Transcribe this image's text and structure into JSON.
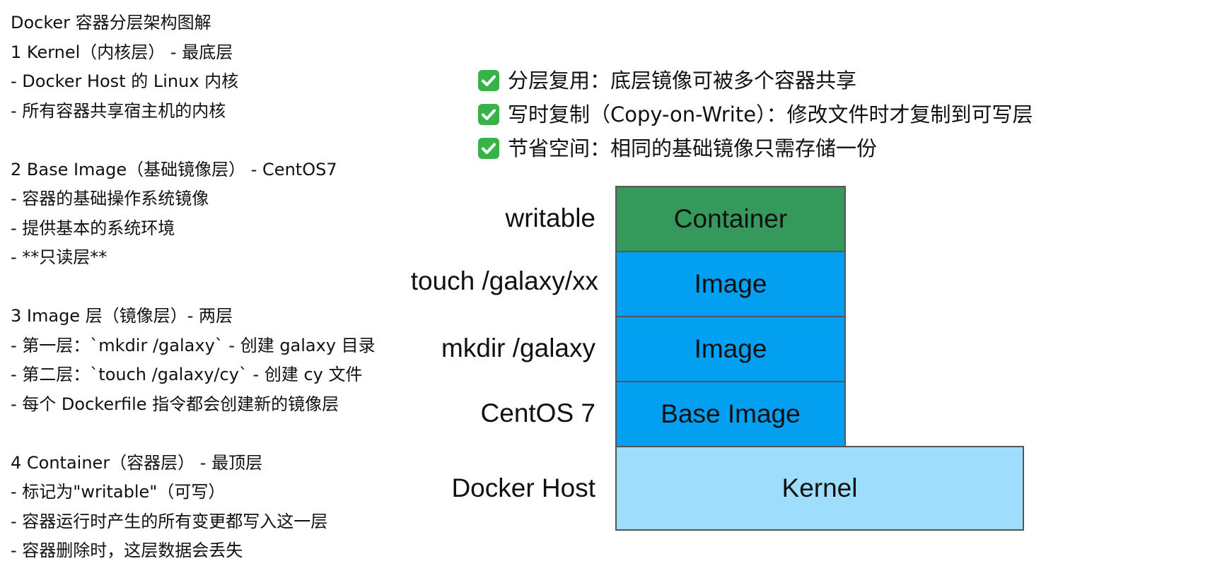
{
  "notes": [
    "Docker 容器分层架构图解",
    "1 Kernel（内核层） - 最底层",
    "- Docker Host 的 Linux 内核",
    "- 所有容器共享宿主机的内核",
    "",
    "2 Base Image（基础镜像层） - CentOS7",
    "- 容器的基础操作系统镜像",
    "- 提供基本的系统环境",
    "- **只读层**",
    "",
    "3 Image 层（镜像层）- 两层",
    "- 第一层：`mkdir /galaxy` - 创建 galaxy 目录",
    "- 第二层：`touch /galaxy/cy` - 创建 cy 文件",
    "- 每个 Dockerfile 指令都会创建新的镜像层",
    "",
    "4 Container（容器层） - 最顶层",
    "- 标记为\"writable\"（可写）",
    "- 容器运行时产生的所有变更都写入这一层",
    "- 容器删除时，这层数据会丢失"
  ],
  "features": [
    {
      "icon": "check-icon",
      "text": "分层复用：底层镜像可被多个容器共享"
    },
    {
      "icon": "check-icon",
      "text": "写时复制（Copy-on-Write）：修改文件时才复制到可写层"
    },
    {
      "icon": "check-icon",
      "text": "节省空间：相同的基础镜像只需存储一份"
    }
  ],
  "layers": [
    {
      "label": "Container",
      "side_label": "writable",
      "color": "#34995a"
    },
    {
      "label": "Image",
      "side_label": "touch /galaxy/xx",
      "color": "#039ff0"
    },
    {
      "label": "Image",
      "side_label": "mkdir /galaxy",
      "color": "#039ff0"
    },
    {
      "label": "Base Image",
      "side_label": "CentOS 7",
      "color": "#039ff0"
    },
    {
      "label": "Kernel",
      "side_label": "Docker Host",
      "color": "#9edefc"
    }
  ],
  "colors": {
    "check_green": "#3ab24a",
    "border": "#555555"
  }
}
